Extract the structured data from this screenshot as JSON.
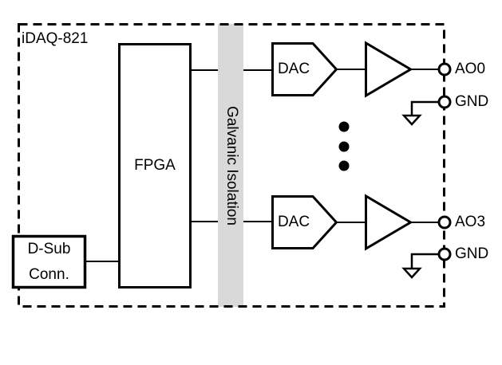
{
  "diagram": {
    "device_label": "iDAQ-821",
    "fpga": {
      "label": "FPGA"
    },
    "dsub": {
      "line1": "D-Sub",
      "line2": "Conn."
    },
    "isolation": {
      "label": "Galvanic Isolation"
    },
    "dac_top": {
      "label": "DAC"
    },
    "dac_bottom": {
      "label": "DAC"
    },
    "terminals": {
      "ao0": "AO0",
      "gnd_top": "GND",
      "ao3": "AO3",
      "gnd_bottom": "GND"
    },
    "colors": {
      "line": "#000000",
      "text": "#000000",
      "isolation_fill": "#d9d9d9",
      "background": "#ffffff"
    }
  }
}
